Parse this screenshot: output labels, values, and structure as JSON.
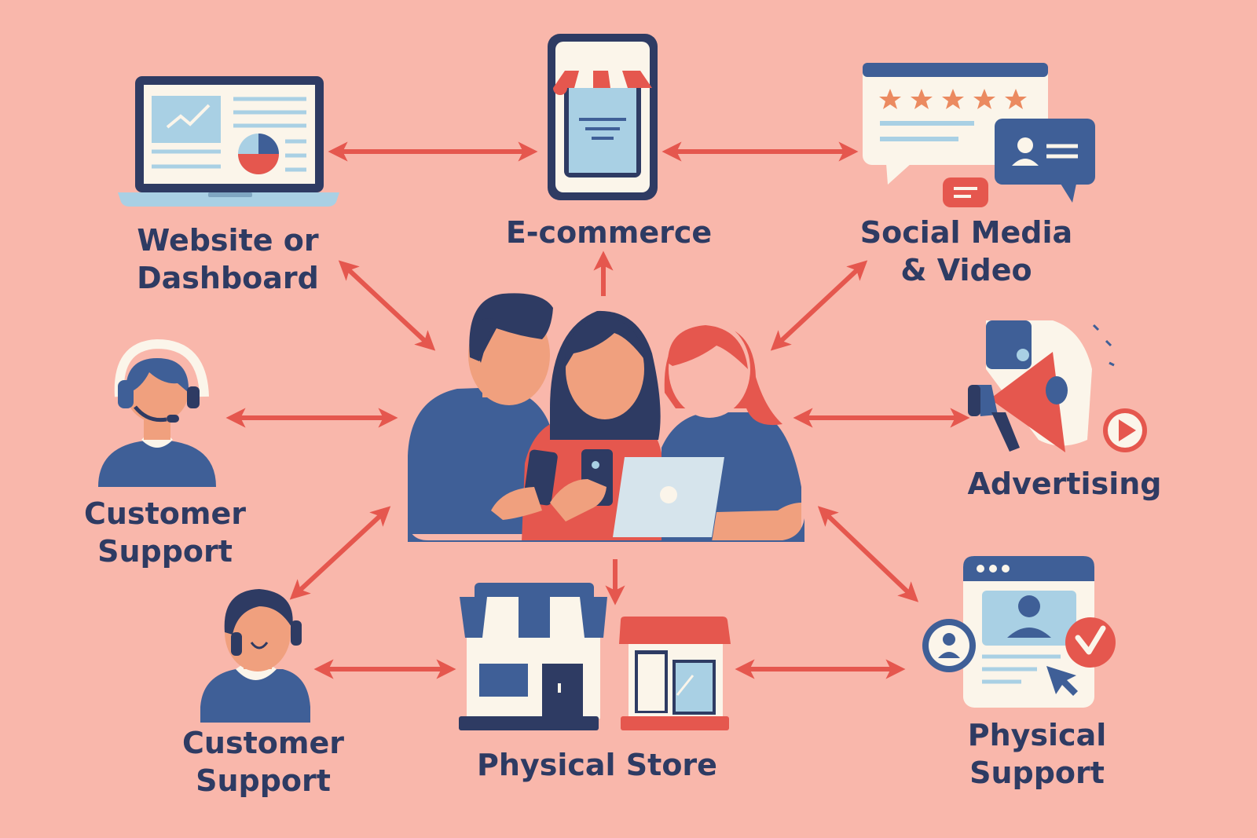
{
  "colors": {
    "background": "#F9B7AB",
    "navy": "#2E3B63",
    "blue": "#3F5F97",
    "red": "#E5574E",
    "skin": "#F0A07E",
    "cream": "#FBF5EA",
    "light_blue": "#A9D0E4"
  },
  "center": {
    "name": "customers-group",
    "icon": "people-with-devices-icon"
  },
  "nodes": {
    "website": {
      "line1": "Website or",
      "line2": "Dashboard",
      "icon": "laptop-dashboard-icon"
    },
    "ecommerce": {
      "line1": "E-commerce",
      "icon": "smartphone-shop-icon"
    },
    "social": {
      "line1": "Social Media",
      "line2": "& Video",
      "icon": "chat-review-icon"
    },
    "support_left": {
      "line1": "Customer",
      "line2": "Support",
      "icon": "headset-agent-icon"
    },
    "advertising": {
      "line1": "Advertising",
      "icon": "megaphone-icon"
    },
    "support_bottom": {
      "line1": "Customer",
      "line2": "Support",
      "icon": "agent-person-icon"
    },
    "store": {
      "line1": "Physical Store",
      "icon": "storefront-icon"
    },
    "physical_support": {
      "line1": "Physical",
      "line2": "Support",
      "icon": "profile-check-icon"
    }
  }
}
